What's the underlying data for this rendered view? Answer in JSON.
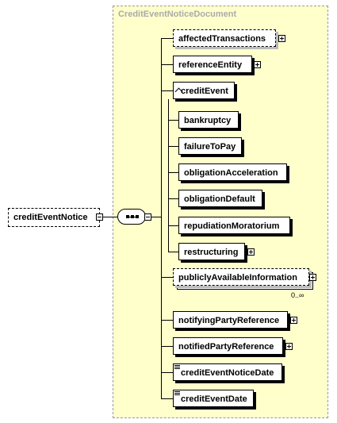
{
  "diagram": {
    "type_name": "CreditEventNoticeDocument",
    "root_element": "creditEventNotice",
    "elements": {
      "affectedTransactions": "affectedTransactions",
      "referenceEntity": "referenceEntity",
      "creditEvent": "creditEvent",
      "bankruptcy": "bankruptcy",
      "failureToPay": "failureToPay",
      "obligationAcceleration": "obligationAcceleration",
      "obligationDefault": "obligationDefault",
      "repudiationMoratorium": "repudiationMoratorium",
      "restructuring": "restructuring",
      "publiclyAvailableInformation": "publiclyAvailableInformation",
      "notifyingPartyReference": "notifyingPartyReference",
      "notifiedPartyReference": "notifiedPartyReference",
      "creditEventNoticeDate": "creditEventNoticeDate",
      "creditEventDate": "creditEventDate"
    },
    "cardinality": {
      "publiclyAvailableInformation": "0..∞"
    },
    "icons": {
      "expand": "plus-expander-icon",
      "collapse": "minus-expander-icon",
      "sequence": "sequence-compositor-icon",
      "simple_type": "simple-type-icon",
      "substitution": "substitution-group-icon"
    },
    "colors": {
      "type_background": "#ffffcc",
      "type_border": "#999999",
      "type_title": "#aaaaaa"
    }
  }
}
